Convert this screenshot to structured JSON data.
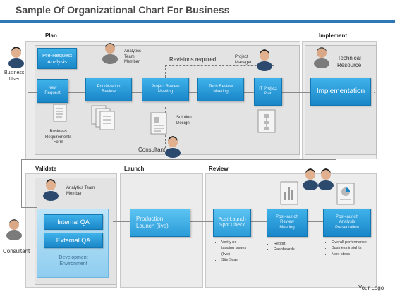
{
  "title": "Sample Of Organizational Chart For Business",
  "sections": {
    "plan": "Plan",
    "implement": "Implement",
    "validate": "Validate",
    "launch": "Launch",
    "review": "Review"
  },
  "people": {
    "business_user": "Business\nUser",
    "analytics_plan": "Analytics\nTeam\nMember",
    "project_manager": "Project\nManager",
    "technical_resource": "Technical\nResource",
    "consultant_plan": "Consultant",
    "analytics_validate": "Analytics Team\nMember",
    "consultant_left": "Consultant"
  },
  "boxes": {
    "pre_request": "Pre-Request\nAnalysis",
    "new_request": "New\nRequest",
    "prioritization": "Prioritization\nReview",
    "project_review": "Project  Review\nMeeting",
    "tech_review": "Tech Review\nMeeting",
    "it_project": "IT Project\nPlan",
    "implementation": "Implementation",
    "internal_qa": "Internal QA",
    "external_qa": "External QA",
    "dev_env": "Development\nEnvironment",
    "production": "Production\nLaunch  (live)",
    "post_spot": "Post-Launch\nSpot Check",
    "post_review": "Post-launch\nReview\nMeeting",
    "post_analysis": "Post-launch\nAnalysis\nPresentation"
  },
  "labels": {
    "revisions": "Revisions required",
    "brf": "Business\nRequirements\nForm",
    "solution": "Solution\nDesign"
  },
  "lists": {
    "spot": [
      "Verify no",
      "tagging issues",
      "(live)",
      "Site Scan"
    ],
    "review": [
      "Report",
      "Dashboards"
    ],
    "analysis": [
      "Overall performance",
      "Business insights",
      "Next steps"
    ]
  },
  "footer": "Your Logo"
}
